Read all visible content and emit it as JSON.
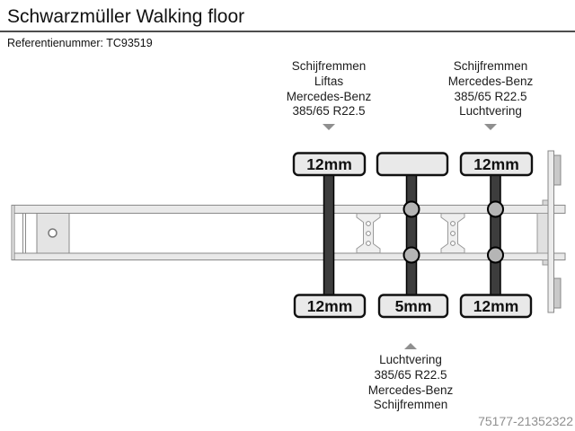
{
  "header": {
    "title": "Schwarzmüller Walking floor",
    "reference": "Referentienummer: TC93519"
  },
  "annotations": {
    "front_axle": {
      "lines": [
        "Schijfremmen",
        "Liftas",
        "Mercedes-Benz",
        "385/65 R22.5"
      ]
    },
    "rear_axle": {
      "lines": [
        "Schijfremmen",
        "Mercedes-Benz",
        "385/65 R22.5",
        "Luchtvering"
      ]
    },
    "middle_axle": {
      "lines": [
        "Luchtvering",
        "385/65 R22.5",
        "Mercedes-Benz",
        "Schijfremmen"
      ]
    }
  },
  "tread_depths": {
    "top": [
      "12mm",
      "",
      "12mm"
    ],
    "bottom": [
      "12mm",
      "5mm",
      "12mm"
    ]
  },
  "footer": {
    "listing_id": "75177-21352322"
  },
  "colors": {
    "axle_dark": "#3d3d3d",
    "chassis_fill": "#e9e9e9",
    "chassis_stroke": "#8a8a8a",
    "wheel_fill": "#b5b5b5",
    "arrow_gray": "#8f8f8f",
    "muted_text": "#8f8f8f",
    "divider": "#4d4d4d"
  }
}
